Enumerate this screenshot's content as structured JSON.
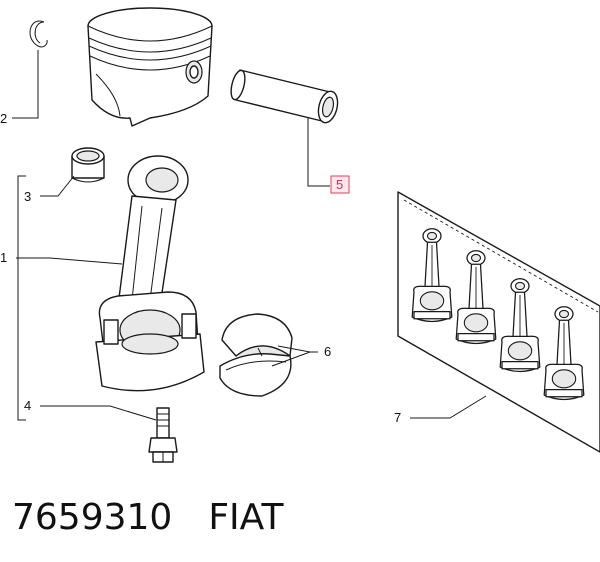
{
  "callouts": {
    "c1": "1",
    "c2": "2",
    "c3": "3",
    "c4": "4",
    "c5": "5",
    "c6": "6",
    "c7": "7"
  },
  "highlight_color": "#d9435e",
  "caption": {
    "part_number": "7659310",
    "brand": "FIAT"
  },
  "icons": {
    "circlip": "circlip-icon",
    "piston": "piston-icon",
    "pin": "piston-pin-icon",
    "bushing": "small-end-bushing-icon",
    "rod": "connecting-rod-icon",
    "bolt": "rod-bolt-icon",
    "bearing": "big-end-bearing-icon",
    "rod_set": "connecting-rod-set-icon"
  }
}
